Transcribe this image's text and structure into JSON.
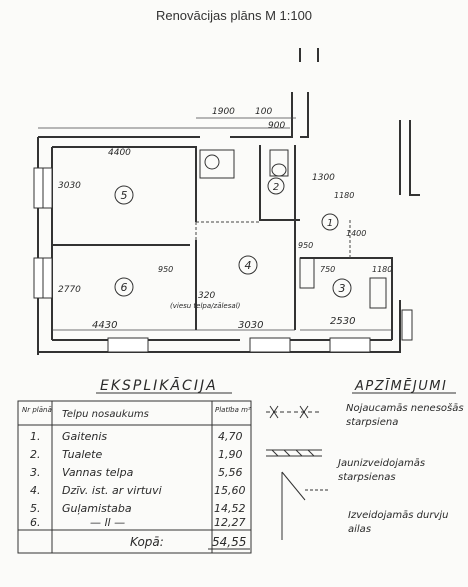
{
  "title": "Renovācijas plāns M 1:100",
  "dimensions": {
    "d1900": "1900",
    "d100": "100",
    "d900": "900",
    "d4400": "4400",
    "d3030a": "3030",
    "d1300": "1300",
    "d1180": "1180",
    "d1400": "1400",
    "d950a": "950",
    "d750": "750",
    "d1180b": "1180",
    "d2770": "2770",
    "d950b": "950",
    "d320": "320",
    "d4430": "4430",
    "d3030b": "3030",
    "d2530": "2530",
    "hatch": "(viesu telpa/zālesal)"
  },
  "rooms": [
    "5",
    "2",
    "1",
    "4",
    "3",
    "6"
  ],
  "explication": {
    "heading": "EKSPLIKĀCIJA",
    "col_no": "Nr plānā",
    "col_name": "Telpu nosaukums",
    "col_area": "Platība m²",
    "rows": [
      {
        "no": "1.",
        "name": "Gaitenis",
        "area": "4,70"
      },
      {
        "no": "2.",
        "name": "Tualete",
        "area": "1,90"
      },
      {
        "no": "3.",
        "name": "Vannas telpa",
        "area": "5,56"
      },
      {
        "no": "4.",
        "name": "Dzīv. ist. ar virtuvi",
        "area": "15,60"
      },
      {
        "no": "5.",
        "name": "Guļamistaba",
        "area": "14,52"
      },
      {
        "no": "6.",
        "name": "— ll —",
        "area": "12,27"
      }
    ],
    "total_label": "Kopā:",
    "total": "54,55"
  },
  "legend": {
    "heading": "APZĪMĒJUMI",
    "items": [
      {
        "label": "Nojaucamās nenesošās starpsiena"
      },
      {
        "label": "Jaunizveidojamās starpsienas"
      },
      {
        "label": "Izveidojamās durvju ailas"
      }
    ]
  }
}
